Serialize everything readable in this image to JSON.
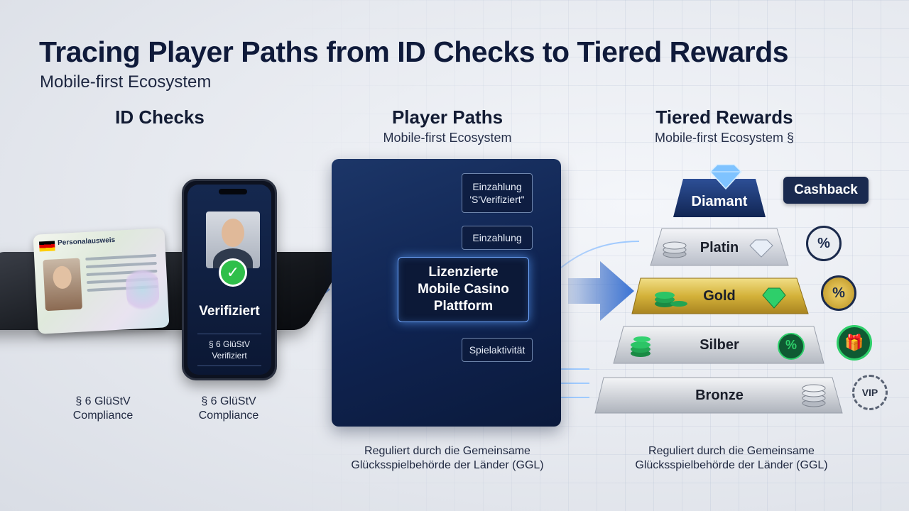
{
  "header": {
    "title": "Tracing Player Paths from ID Checks to Tiered Rewards",
    "subtitle": "Mobile-first Ecosystem"
  },
  "id_checks": {
    "heading": "ID Checks",
    "card_header": "Personalausweis",
    "phone_status": "Verifiziert",
    "phone_law_line1": "§ 6 GlüStV",
    "phone_law_line2": "Verifiziert",
    "caption_left_line1": "§ 6 GlüStV",
    "caption_left_line2": "Compliance",
    "caption_right_line1": "§ 6 GlüStV",
    "caption_right_line2": "Compliance"
  },
  "player_paths": {
    "heading": "Player Paths",
    "subheading": "Mobile-first Ecosystem",
    "core_line1": "Lizenzierte",
    "core_line2": "Mobile Casino",
    "core_line3": "Plattform",
    "node_top_line1": "Einzahlung",
    "node_top_line2": "'S'Verifiziert\"",
    "node_mid": "Einzahlung",
    "node_bottom": "Spielaktivität",
    "caption_line1": "Reguliert durch die Gemeinsame",
    "caption_line2": "Glücksspielbehörde der Länder (GGL)"
  },
  "tiered_rewards": {
    "heading": "Tiered Rewards",
    "subheading": "Mobile-first Ecosystem §",
    "tiers": [
      "Diamant",
      "Platin",
      "Gold",
      "Silber",
      "Bronze"
    ],
    "cashback_label": "Cashback",
    "badge_percent": "%",
    "badge_vip": "VIP",
    "caption_line1": "Reguliert durch die Gemeinsame",
    "caption_line2": "Glücksspielbehörde der Länder (GGL)"
  },
  "colors": {
    "navy": "#0f2350",
    "glow": "#5aa0ff",
    "gold": "#d4b23a",
    "green": "#1f9a4a"
  }
}
